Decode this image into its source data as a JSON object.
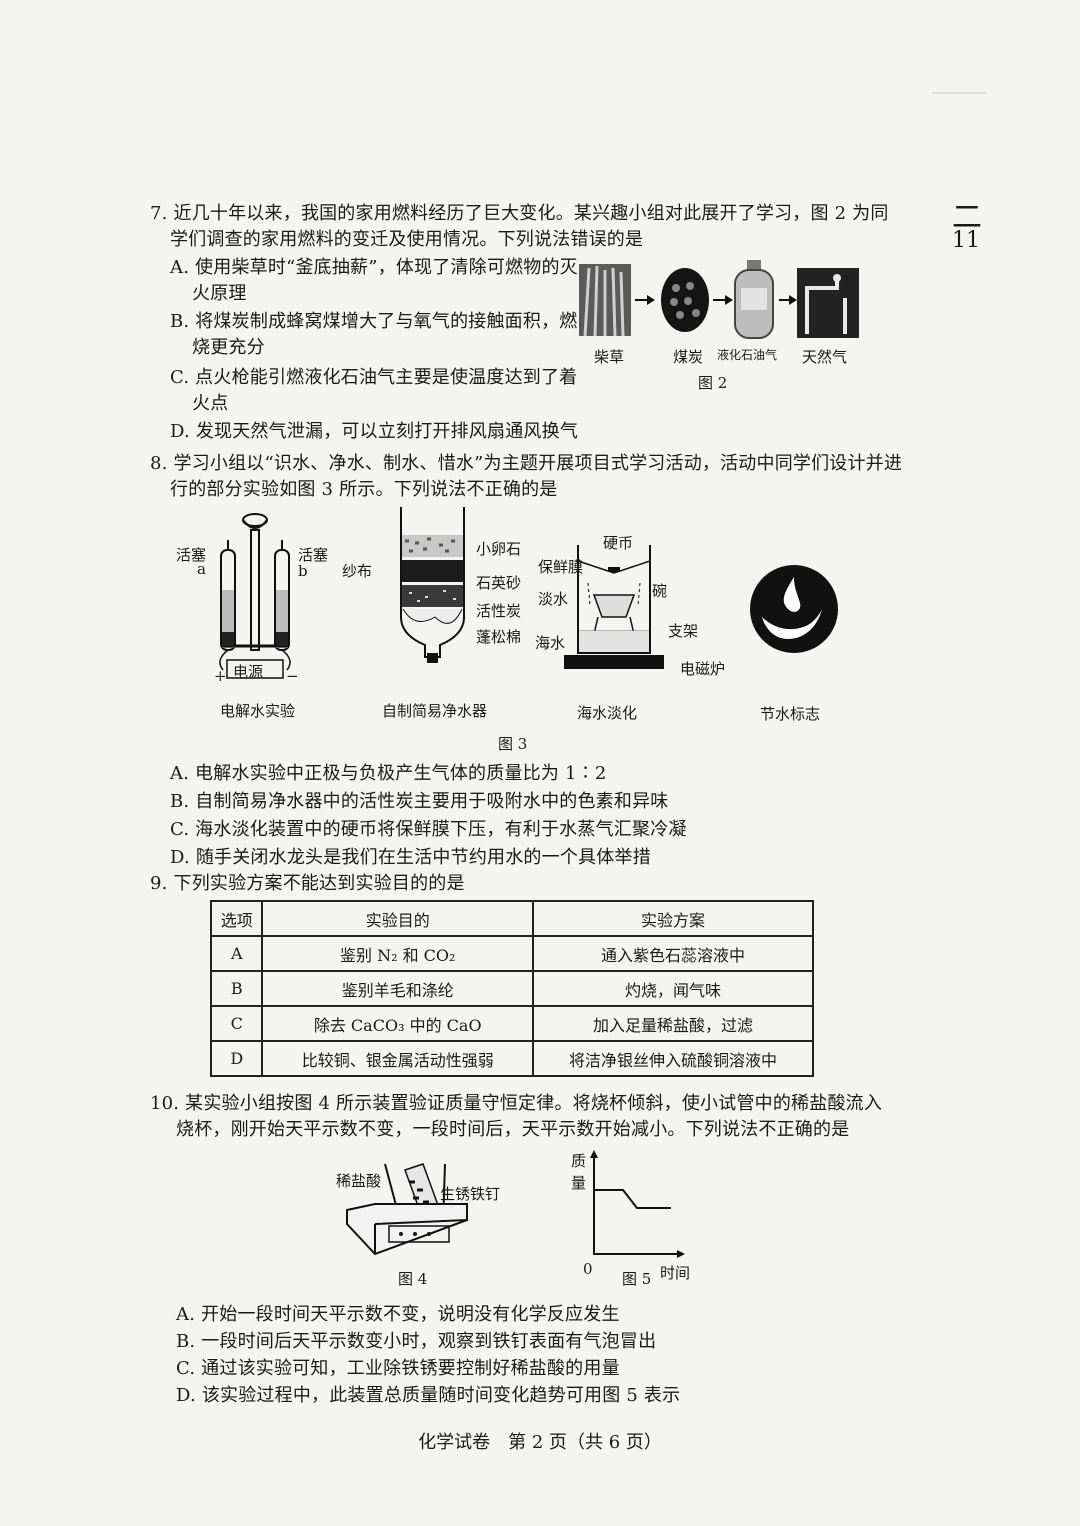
{
  "margin_notes": [
    "二",
    "11"
  ],
  "q7": {
    "stem1": "7. 近几十年以来，我国的家用燃料经历了巨大变化。某兴趣小组对此展开了学习，图 2 为同",
    "stem2": "学们调查的家用燃料的变迁及使用情况。下列说法错误的是",
    "a1": "A. 使用柴草时“釜底抽薪”，体现了清除可燃物的灭",
    "a2": "火原理",
    "b1": "B. 将煤炭制成蜂窝煤增大了与氧气的接触面积，燃",
    "b2": "烧更充分",
    "c1": "C. 点火枪能引燃液化石油气主要是使温度达到了着",
    "c2": "火点",
    "d": "D. 发现天然气泄漏，可以立刻打开排风扇通风换气",
    "fig_labels": [
      "柴草",
      "煤炭",
      "液化石油气",
      "天然气"
    ],
    "fig_caption": "图 2"
  },
  "q8": {
    "stem1": "8. 学习小组以“识水、净水、制水、惜水”为主题开展项目式学习活动，活动中同学们设计并进",
    "stem2": "行的部分实验如图 3 所示。下列说法不正确的是",
    "elec_labels": {
      "left_valve": "活塞",
      "right_valve": "活塞",
      "a": "a",
      "b": "b",
      "power": "电源",
      "plus": "+",
      "minus": "−"
    },
    "filter_labels": {
      "cloth": "纱布",
      "pebble": "小卵石",
      "sand": "石英砂",
      "carbon": "活性炭",
      "cotton": "蓬松棉"
    },
    "desal_labels": {
      "coin": "硬币",
      "film": "保鲜膜",
      "bowl": "碗",
      "fresh": "淡水",
      "stand": "支架",
      "sea": "海水",
      "stove": "电磁炉"
    },
    "fig_titles": [
      "电解水实验",
      "自制简易净水器",
      "海水淡化",
      "节水标志"
    ],
    "fig_caption": "图 3",
    "a": "A. 电解水实验中正极与负极产生气体的质量比为 1∶2",
    "b": "B. 自制简易净水器中的活性炭主要用于吸附水中的色素和异味",
    "c": "C. 海水淡化装置中的硬币将保鲜膜下压，有利于水蒸气汇聚冷凝",
    "d": "D. 随手关闭水龙头是我们在生活中节约用水的一个具体举措"
  },
  "q9": {
    "stem": "9. 下列实验方案不能达到实验目的的是",
    "headers": [
      "选项",
      "实验目的",
      "实验方案"
    ],
    "rows": [
      [
        "A",
        "鉴别 N₂ 和 CO₂",
        "通入紫色石蕊溶液中"
      ],
      [
        "B",
        "鉴别羊毛和涤纶",
        "灼烧，闻气味"
      ],
      [
        "C",
        "除去 CaCO₃ 中的 CaO",
        "加入足量稀盐酸，过滤"
      ],
      [
        "D",
        "比较铜、银金属活动性强弱",
        "将洁净银丝伸入硫酸铜溶液中"
      ]
    ]
  },
  "q10": {
    "stem1": "10. 某实验小组按图 4 所示装置验证质量守恒定律。将烧杯倾斜，使小试管中的稀盐酸流入",
    "stem2": "烧杯，刚开始天平示数不变，一段时间后，天平示数开始减小。下列说法不正确的是",
    "fig4_labels": {
      "acid": "稀盐酸",
      "nail": "生锈铁钉"
    },
    "fig4_caption": "图 4",
    "fig5": {
      "ylabel": "质量",
      "origin": "0",
      "xlabel": "时间",
      "caption": "图 5"
    },
    "a": "A. 开始一段时间天平示数不变，说明没有化学反应发生",
    "b": "B. 一段时间后天平示数变小时，观察到铁钉表面有气泡冒出",
    "c": "C. 通过该实验可知，工业除铁锈要控制好稀盐酸的用量",
    "d": "D. 该实验过程中，此装置总质量随时间变化趋势可用图 5 表示"
  },
  "footer": "化学试卷　第 2 页（共 6 页）"
}
